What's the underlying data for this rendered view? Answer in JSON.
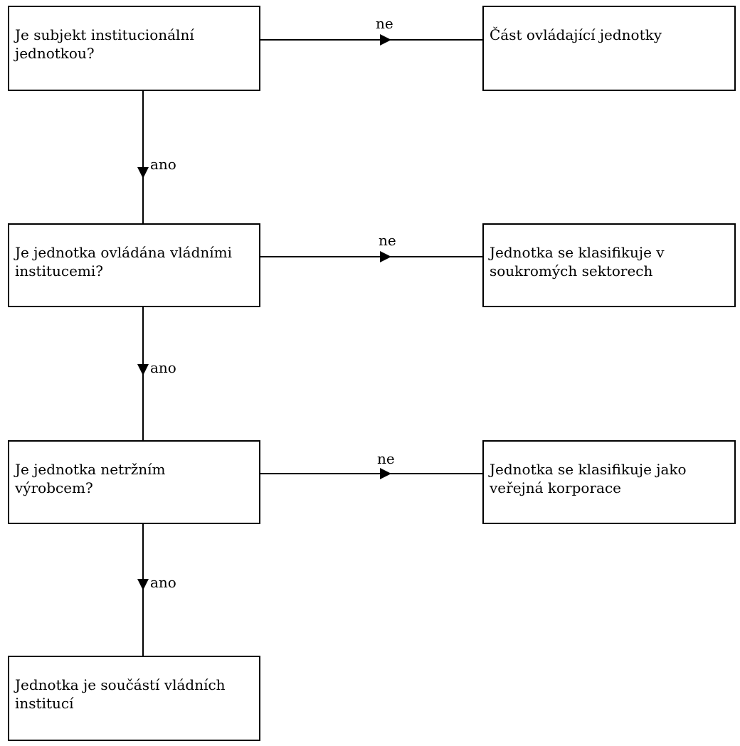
{
  "questions": [
    {
      "text": "Je subjekt institucionální\njednotkou?",
      "no_label": "ne",
      "yes_label": "ano"
    },
    {
      "text": "Je jednotka ovládána vládními\ninstitucemi?",
      "no_label": "ne",
      "yes_label": "ano"
    },
    {
      "text": "Je jednotka netržním\nvýrobcem?",
      "no_label": "ne",
      "yes_label": "ano"
    }
  ],
  "outcomes": [
    {
      "text": "Část ovládající jednotky"
    },
    {
      "text": "Jednotka se klasifikuje v\nsoukromých sektorech"
    },
    {
      "text": "Jednotka se klasifikuje jako\nveřejná korporace"
    },
    {
      "text": "Jednotka je součástí vládních\ninstitucí"
    }
  ],
  "colors": {
    "line": "#000000",
    "box_border": "#000000",
    "background": "#ffffff"
  }
}
